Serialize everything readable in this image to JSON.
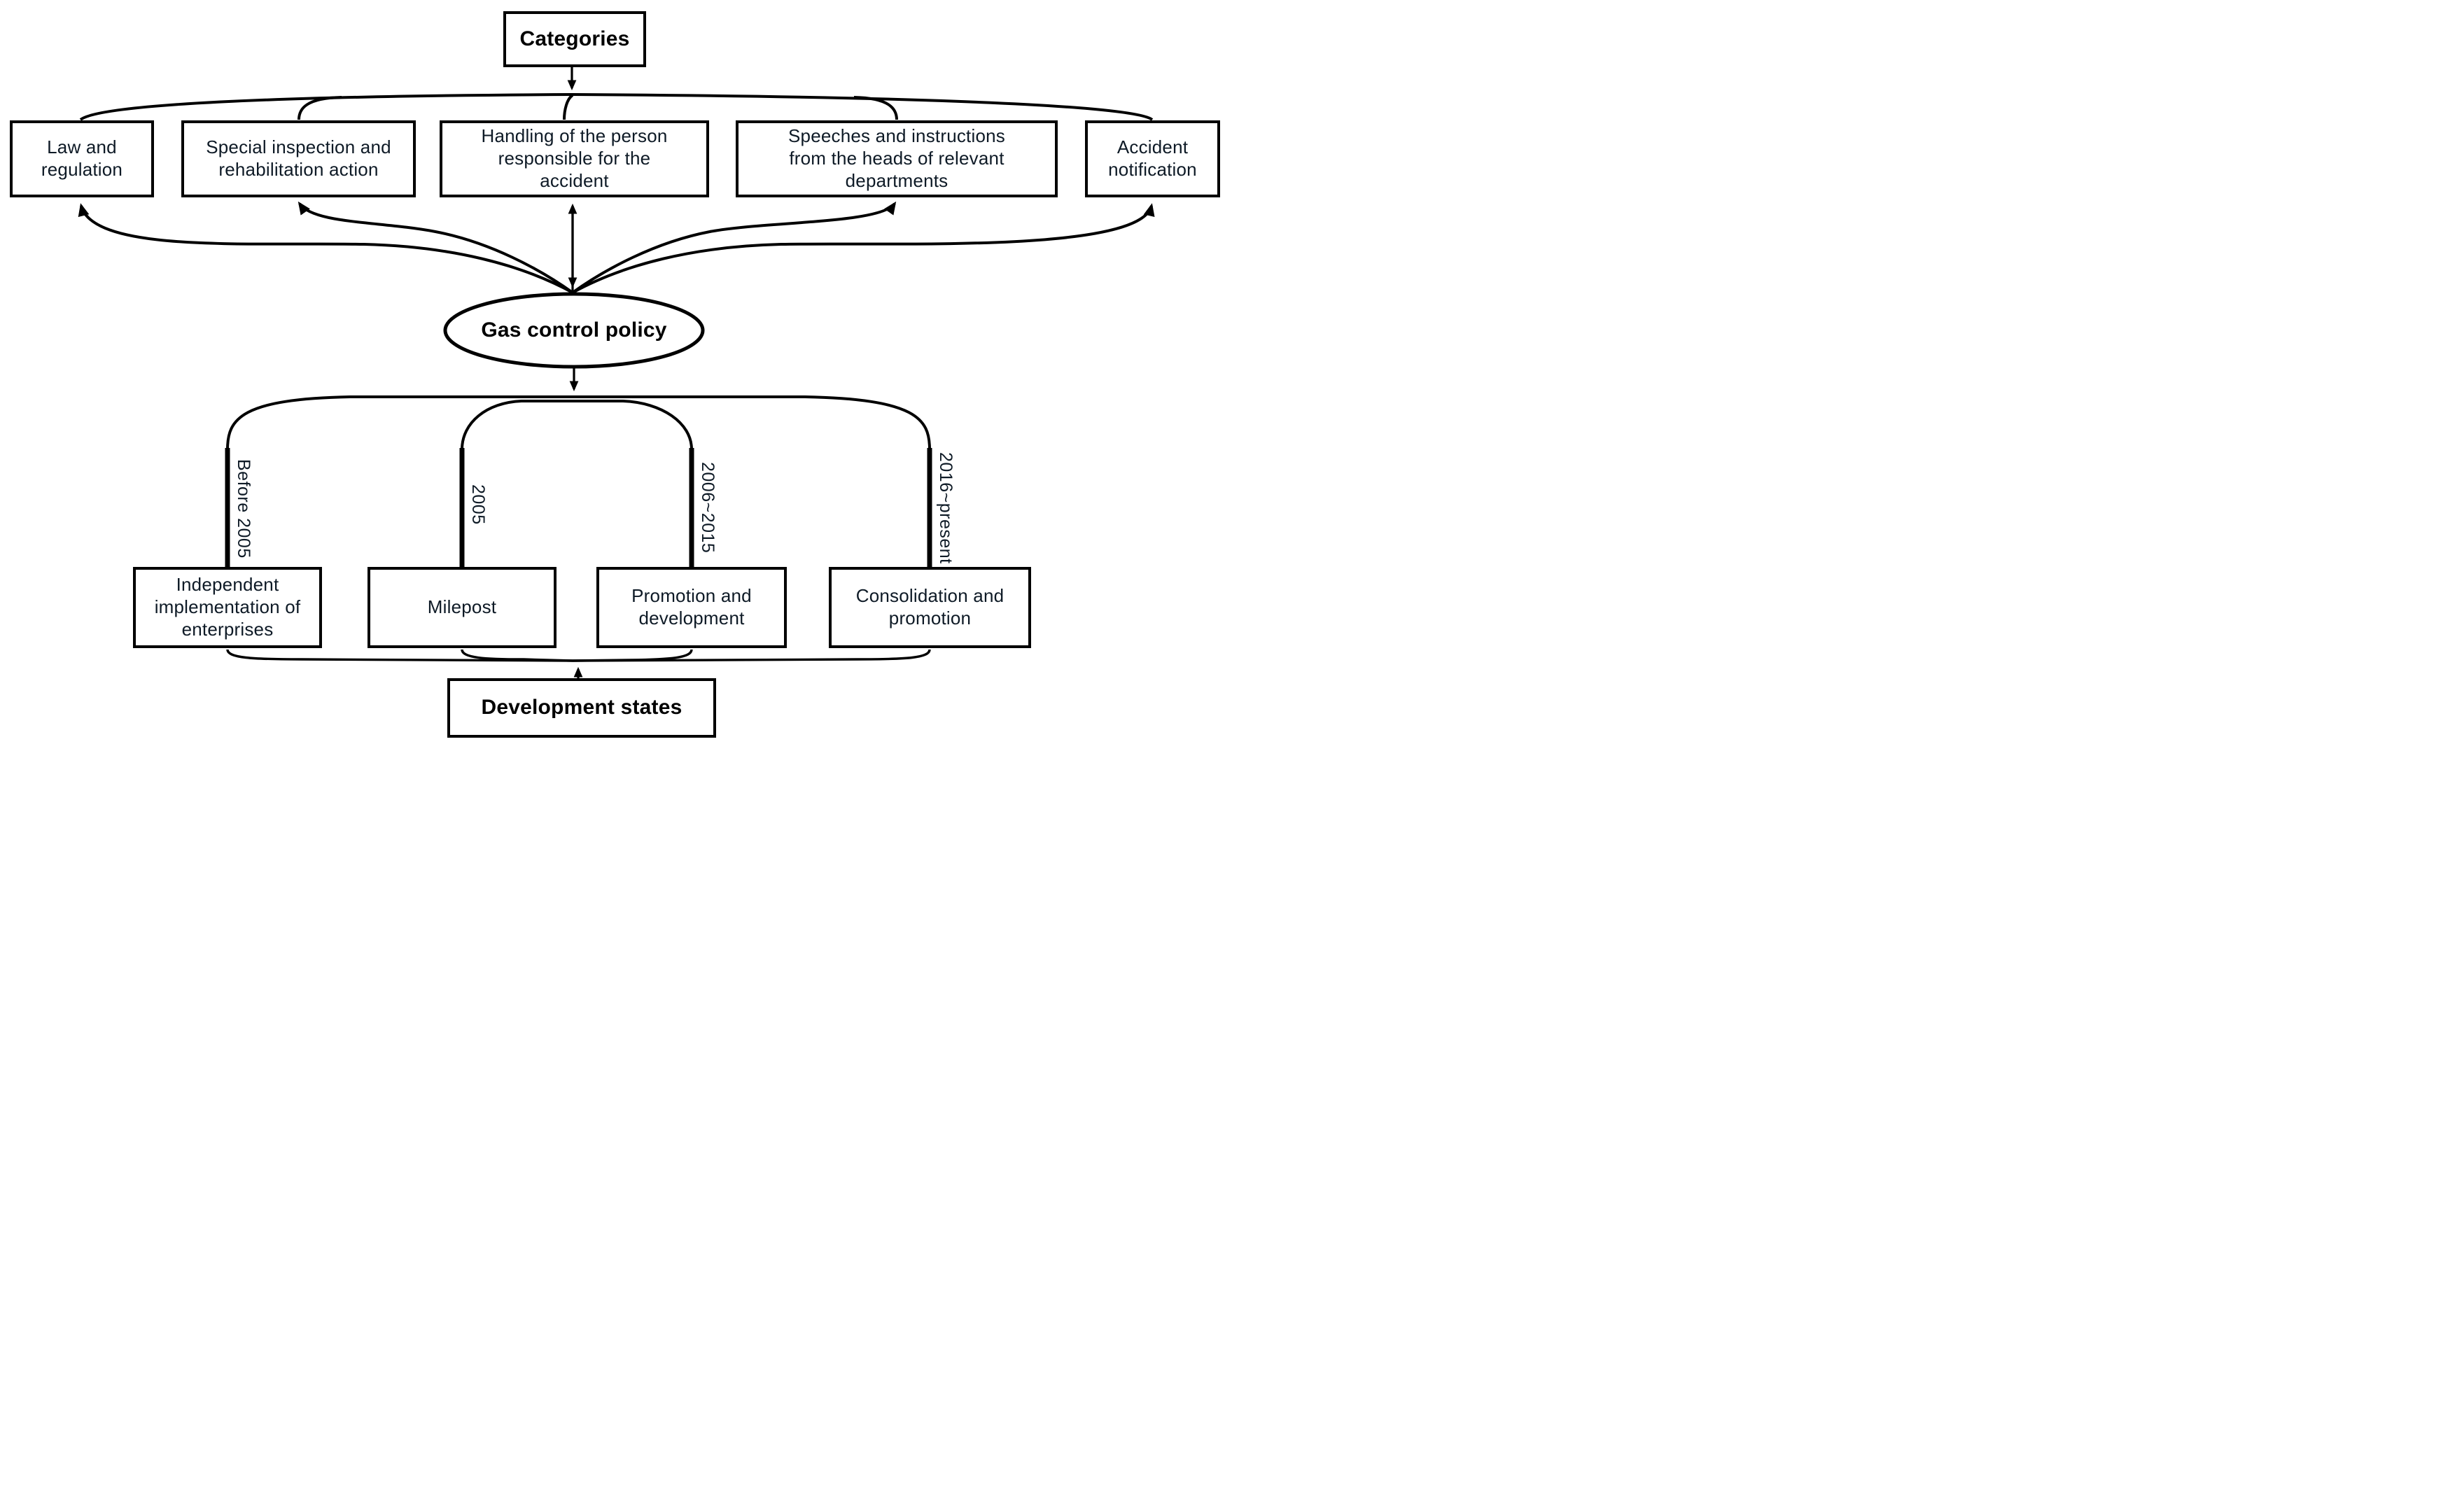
{
  "diagram": {
    "top_label": "Categories",
    "hub_label": "Gas control policy",
    "bottom_label": "Development states",
    "categories": [
      {
        "text": "Law and\nregulation"
      },
      {
        "text": "Special inspection and\nrehabilitation action"
      },
      {
        "text": "Handling of the person\nresponsible for the\naccident"
      },
      {
        "text": "Speeches and instructions\nfrom the heads of relevant\ndepartments"
      },
      {
        "text": "Accident\nnotification"
      }
    ],
    "timeline": [
      {
        "period": "Before 2005",
        "state": "Independent\nimplementation of\nenterprises"
      },
      {
        "period": "2005",
        "state": "Milepost"
      },
      {
        "period": "2006~2015",
        "state": "Promotion and\ndevelopment"
      },
      {
        "period": "2016~present",
        "state": "Consolidation and\npromotion"
      }
    ],
    "colors": {
      "line": "#000000",
      "box_text": "#0e1a26",
      "hub_text": "#000000",
      "background": "#ffffff"
    }
  }
}
